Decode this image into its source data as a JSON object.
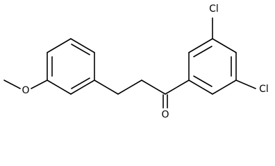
{
  "molecule": {
    "atoms": {
      "chlorine_top": "Cl",
      "chlorine_bottom": "Cl",
      "carbonyl_oxygen": "O",
      "ether_oxygen": "O"
    }
  },
  "colors": {
    "bond": "#000000",
    "label": "#000000",
    "background": "#ffffff"
  }
}
